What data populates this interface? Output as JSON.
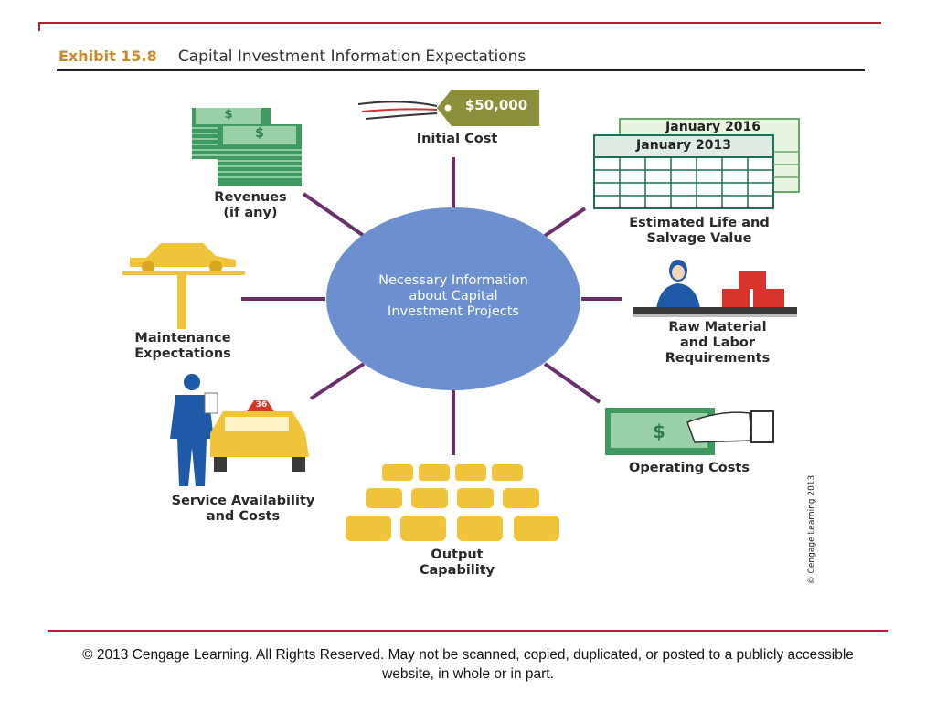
{
  "exhibit": {
    "number": "Exhibit 15.8",
    "title": "Capital Investment Information Expectations"
  },
  "center": {
    "text": "Necessary Information\nabout Capital\nInvestment Projects"
  },
  "nodes": {
    "initial_cost": {
      "label": "Initial Cost",
      "tag_value": "$50,000"
    },
    "revenues": {
      "label": "Revenues\n(if any)",
      "bill_symbol": "$"
    },
    "estimated_life": {
      "label": "Estimated Life and\nSalvage Value",
      "calendar_back": "January 2016",
      "calendar_front": "January 2013"
    },
    "maintenance": {
      "label": "Maintenance\nExpectations"
    },
    "raw_material": {
      "label": "Raw Material\nand Labor\nRequirements"
    },
    "service": {
      "label": "Service Availability\nand Costs",
      "badge": "36"
    },
    "operating": {
      "label": "Operating Costs",
      "bill_symbol": "$"
    },
    "output": {
      "label": "Output\nCapability"
    }
  },
  "credit": "© Cengage Learning 2013",
  "footer": "© 2013 Cengage Learning.  All Rights Reserved.  May not be scanned, copied, duplicated, or posted to a publicly accessible website, in whole or in part.",
  "colors": {
    "rule": "#b22234",
    "center_fill": "#6b8fcf",
    "spoke": "#6b2f6b",
    "money": "#4caa6a",
    "gold": "#f0c43a",
    "worker": "#1f5aa8",
    "red_box": "#d8342c",
    "tag": "#8c8f3a"
  }
}
